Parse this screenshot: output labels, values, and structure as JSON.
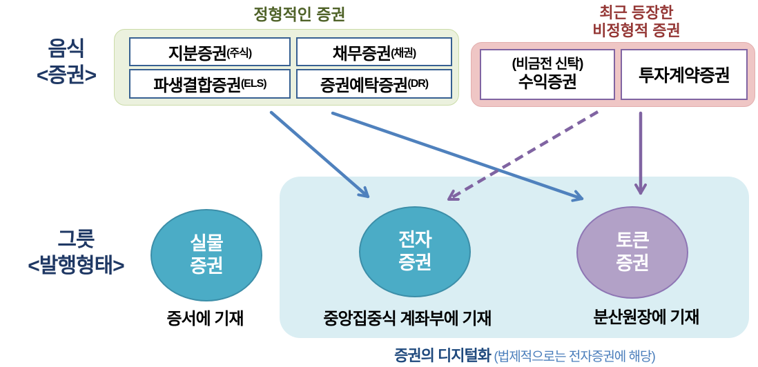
{
  "colors": {
    "label_navy": "#1F3864",
    "green_title": "#4F6228",
    "red_title": "#943634",
    "green_group_fill": "#EBF1DE",
    "pink_group_fill": "#EFC6C5",
    "box_border_blue": "#365F91",
    "box_border_purple": "#8064A2",
    "panel_fill": "#DAEEF3",
    "teal_circle": "#4BACC6",
    "purple_circle": "#B2A1C7",
    "blue_arrow": "#4F81BD",
    "purple_arrow": "#8064A2",
    "footer_bold_blue": "#1F497D",
    "footer_normal_blue": "#4A7EBB"
  },
  "row_labels": {
    "contents": {
      "line1": "음식",
      "line2": "<증권>"
    },
    "container": {
      "line1": "그릇",
      "line2": "<발행형태>"
    }
  },
  "typical_group": {
    "title": "정형적인 증권",
    "items": [
      {
        "main": "지분증권",
        "sub": "(주식)"
      },
      {
        "main": "채무증권",
        "sub": "(채권)"
      },
      {
        "main": "파생결합증권",
        "sub": "(ELS)"
      },
      {
        "main": "증권예탁증권",
        "sub": "(DR)"
      }
    ]
  },
  "atypical_group": {
    "title_line1": "최근 등장한",
    "title_line2": "비정형적 증권",
    "items": [
      {
        "line1": "(비금전 신탁)",
        "line2": "수익증권"
      },
      {
        "line2": "투자계약증권"
      }
    ]
  },
  "issuance_forms": [
    {
      "line1": "실물",
      "line2": "증권",
      "caption": "증서에 기재"
    },
    {
      "line1": "전자",
      "line2": "증권",
      "caption": "중앙집중식 계좌부에 기재"
    },
    {
      "line1": "토큰",
      "line2": "증권",
      "caption": "분산원장에 기재"
    }
  ],
  "footer": {
    "bold": "증권의 디지털화",
    "normal": "(법제적으로는 전자증권에 해당)"
  },
  "connections": [
    {
      "from": "typical-securities-group",
      "to": "electronic-securities-circle",
      "style": "solid",
      "color": "#4F81BD"
    },
    {
      "from": "typical-securities-group",
      "to": "token-securities-circle",
      "style": "solid",
      "color": "#4F81BD"
    },
    {
      "from": "beneficiary-certificates-box",
      "to": "electronic-securities-circle",
      "style": "dashed",
      "color": "#8064A2"
    },
    {
      "from": "investment-contract-box",
      "to": "token-securities-circle",
      "style": "solid",
      "color": "#8064A2"
    }
  ]
}
